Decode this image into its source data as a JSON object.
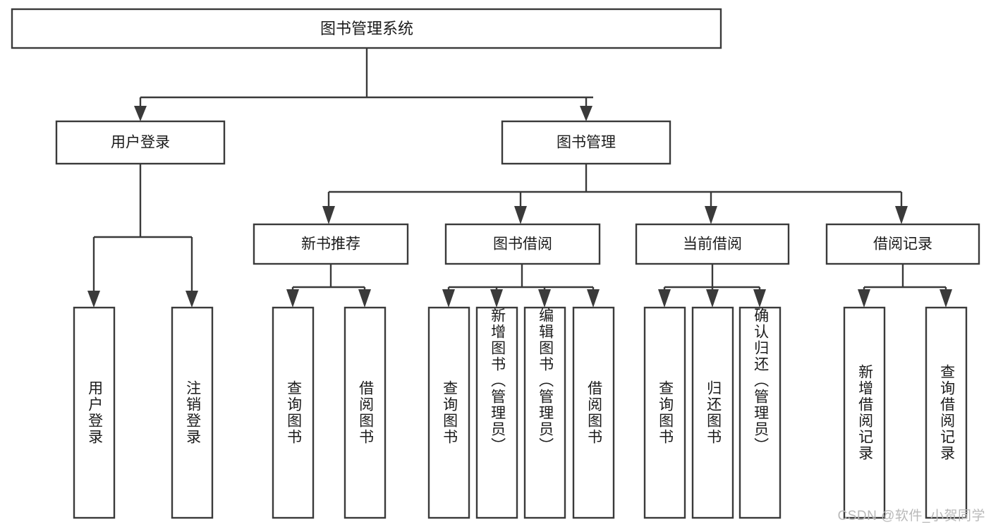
{
  "diagram": {
    "type": "tree",
    "title": "图书管理系统",
    "watermark": "CSDN @软件_小贺同学",
    "colors": {
      "stroke": "#3a3a3a",
      "box_fill": "#ffffff",
      "text": "#1b1b1b",
      "background": "#ffffff",
      "watermark": "#b9b9b9"
    },
    "nodes": {
      "root": {
        "label": "图书管理系统"
      },
      "level2": [
        {
          "id": "user-login",
          "label": "用户登录"
        },
        {
          "id": "book-manage",
          "label": "图书管理"
        }
      ],
      "level3": [
        {
          "id": "new-book-recommend",
          "label": "新书推荐"
        },
        {
          "id": "book-borrow",
          "label": "图书借阅"
        },
        {
          "id": "current-borrow",
          "label": "当前借阅"
        },
        {
          "id": "borrow-record",
          "label": "借阅记录"
        }
      ],
      "leaves": {
        "user-login": [
          {
            "id": "leaf-user-login",
            "label": "用户登录"
          },
          {
            "id": "leaf-logout",
            "label": "注销登录"
          }
        ],
        "new-book-recommend": [
          {
            "id": "leaf-query-book-1",
            "label": "查询图书"
          },
          {
            "id": "leaf-borrow-book-1",
            "label": "借阅图书"
          }
        ],
        "book-borrow": [
          {
            "id": "leaf-query-book-2",
            "label": "查询图书"
          },
          {
            "id": "leaf-add-book",
            "label": "新增图书（管理员）"
          },
          {
            "id": "leaf-edit-book",
            "label": "编辑图书（管理员）"
          },
          {
            "id": "leaf-borrow-book-2",
            "label": "借阅图书"
          }
        ],
        "current-borrow": [
          {
            "id": "leaf-query-book-3",
            "label": "查询图书"
          },
          {
            "id": "leaf-return-book",
            "label": "归还图书"
          },
          {
            "id": "leaf-confirm-return",
            "label": "确认归还（管理员）"
          }
        ],
        "borrow-record": [
          {
            "id": "leaf-add-record",
            "label": "新增借阅记录"
          },
          {
            "id": "leaf-query-record",
            "label": "查询借阅记录"
          }
        ]
      }
    }
  }
}
